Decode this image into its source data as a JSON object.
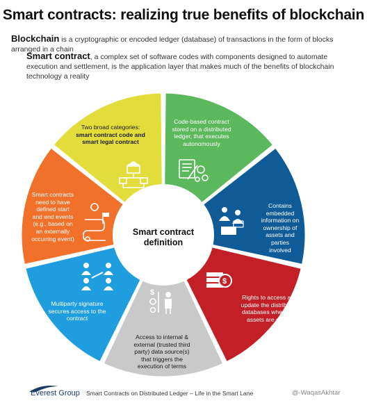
{
  "title": "Smart contracts: realizing true benefits of blockchain",
  "intro": {
    "blockchain_term": "Blockchain",
    "blockchain_text": " is a cryptographic or encoded ledger (database) of transactions in the form of blocks arranged in a chain",
    "smart_contract_term": "Smart contract",
    "smart_contract_text": ", a complex set of software codes with components designed to automate execution and settlement, is the application layer that makes much of the benefits of blockchain technology a reality"
  },
  "center": {
    "line1": "Smart contract",
    "line2": "definition"
  },
  "segments": [
    {
      "id": "code-based",
      "color": "#5cb85c",
      "icon": "document-gears-icon",
      "text": [
        "Code-based contract",
        "stored on a distributed",
        "ledger, that executes",
        "autonomously"
      ]
    },
    {
      "id": "embedded-info",
      "color": "#0e5b97",
      "icon": "people-money-icon",
      "text": [
        "Contains",
        "embedded",
        "information on",
        "ownership of",
        "assets and",
        "parties",
        "involved"
      ]
    },
    {
      "id": "rights-access",
      "color": "#c21f26",
      "icon": "money-stack-icon",
      "text": [
        "Rights to access and",
        "update the distributed",
        "databases where the",
        "assets are stored"
      ]
    },
    {
      "id": "data-sources",
      "color": "#c9c9c9",
      "icon": "person-dollar-clock-gear-icon",
      "text": [
        "Access to internal &",
        "external (trusted third",
        "party) data source(s)",
        "that triggers the",
        "execution of terms"
      ]
    },
    {
      "id": "multiparty",
      "color": "#1e9ede",
      "icon": "people-network-icon",
      "text": [
        "Multiparty signature",
        "secures access to the",
        "contract"
      ]
    },
    {
      "id": "start-end",
      "color": "#f1712a",
      "icon": "timeline-flag-icon",
      "text": [
        "Smart contracts",
        "need to have",
        "defined start",
        "and end events",
        "(e.g., based on",
        "an externally",
        "occurring event)"
      ]
    },
    {
      "id": "categories",
      "color": "#e2dd3a",
      "icon": "bank-flowchart-icon",
      "text_plain": [
        "Two broad categories:"
      ],
      "text_bold": [
        "smart contract code and",
        "smart legal contract"
      ]
    }
  ],
  "footer": {
    "brand": "Everest Group",
    "subtitle": "Smart Contracts on Distributed Ledger – Life in the Smart Lane",
    "credit": "@-WaqasAkhtar"
  }
}
